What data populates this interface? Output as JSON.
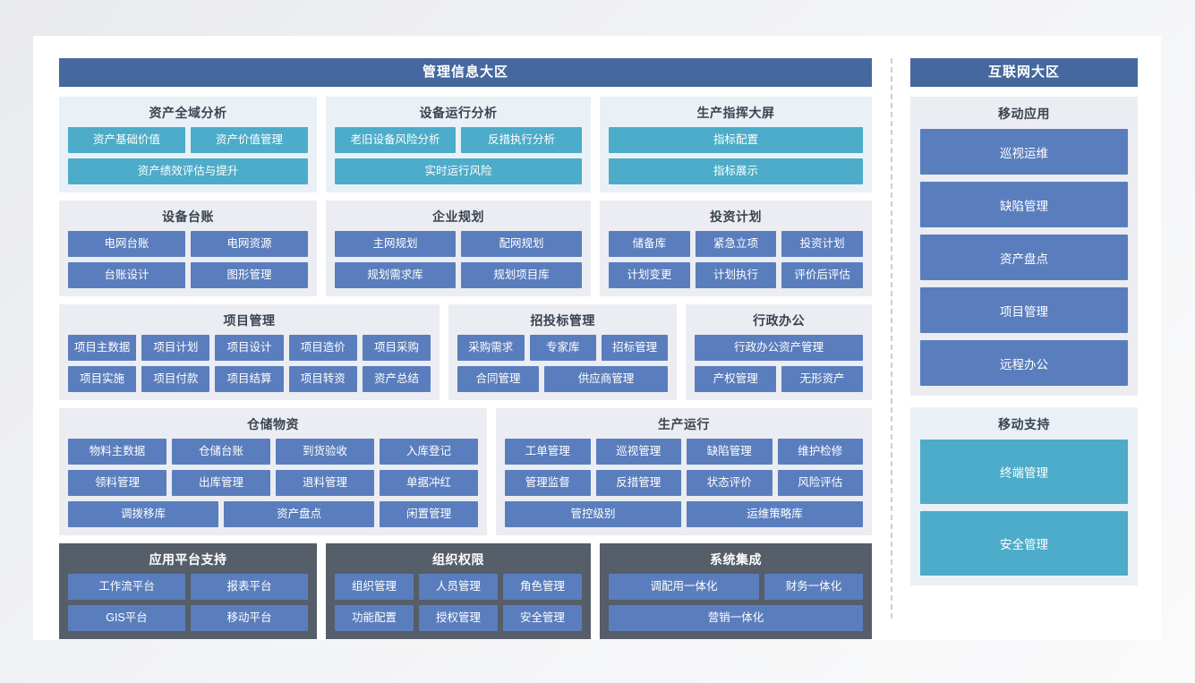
{
  "colors": {
    "zone_header": "#45699e",
    "btn_teal": "#4cacc9",
    "btn_blue": "#5a7ebd",
    "card_tint_teal": "#e9f1f7",
    "card_tint_blue": "#ebedf2",
    "card_tint_dark": "#555e69",
    "page_bg": "#eceef1",
    "canvas": "#ffffff"
  },
  "left_zone": {
    "header": "管理信息大区",
    "rows": [
      {
        "cards": [
          {
            "title": "资产全域分析",
            "tint": "teal",
            "width": "w-a",
            "btn_style": "teal",
            "btn_rows": [
              [
                "资产基础价值",
                "资产价值管理"
              ],
              [
                "资产绩效评估与提升"
              ]
            ]
          },
          {
            "title": "设备运行分析",
            "tint": "teal",
            "width": "w-b",
            "btn_style": "teal",
            "btn_rows": [
              [
                "老旧设备风险分析",
                "反措执行分析"
              ],
              [
                "实时运行风险"
              ]
            ]
          },
          {
            "title": "生产指挥大屏",
            "tint": "teal",
            "width": "w-c",
            "btn_style": "teal",
            "btn_rows": [
              [
                "指标配置"
              ],
              [
                "指标展示"
              ]
            ]
          }
        ]
      },
      {
        "cards": [
          {
            "title": "设备台账",
            "tint": "blue",
            "width": "w-a",
            "btn_style": "blue",
            "btn_rows": [
              [
                "电网台账",
                "电网资源"
              ],
              [
                "台账设计",
                "图形管理"
              ]
            ]
          },
          {
            "title": "企业规划",
            "tint": "blue",
            "width": "w-b",
            "btn_style": "blue",
            "btn_rows": [
              [
                "主网规划",
                "配网规划"
              ],
              [
                "规划需求库",
                "规划项目库"
              ]
            ]
          },
          {
            "title": "投资计划",
            "tint": "blue",
            "width": "w-c",
            "btn_style": "blue",
            "btn_rows": [
              [
                "储备库",
                "紧急立项",
                "投资计划"
              ],
              [
                "计划变更",
                "计划执行",
                "评价后评估"
              ]
            ]
          }
        ]
      },
      {
        "cards": [
          {
            "title": "项目管理",
            "tint": "blue",
            "width": "w-d",
            "btn_style": "blue",
            "btn_rows": [
              [
                "项目主数据",
                "项目计划",
                "项目设计",
                "项目造价",
                "项目采购"
              ],
              [
                "项目实施",
                "项目付款",
                "项目结算",
                "项目转资",
                "资产总结"
              ]
            ]
          },
          {
            "title": "招投标管理",
            "tint": "blue",
            "width": "w-e",
            "btn_style": "blue",
            "btn_rows": [
              [
                "采购需求",
                "专家库",
                "招标管理"
              ],
              [
                "合同管理",
                "供应商管理"
              ]
            ]
          },
          {
            "title": "行政办公",
            "tint": "blue",
            "width": "w-f",
            "btn_style": "blue",
            "btn_rows": [
              [
                "行政办公资产管理"
              ],
              [
                "产权管理",
                "无形资产"
              ]
            ]
          }
        ]
      },
      {
        "cards": [
          {
            "title": "仓储物资",
            "tint": "blue",
            "width": "w-g",
            "btn_style": "blue",
            "btn_rows": [
              [
                "物料主数据",
                "仓储台账",
                "到货验收",
                "入库登记"
              ],
              [
                "领料管理",
                "出库管理",
                "退料管理",
                "单据冲红"
              ],
              [
                "调拨移库",
                "资产盘点",
                "闲置管理"
              ]
            ]
          },
          {
            "title": "生产运行",
            "tint": "blue",
            "width": "w-h",
            "btn_style": "blue",
            "btn_rows": [
              [
                "工单管理",
                "巡视管理",
                "缺陷管理",
                "维护检修"
              ],
              [
                "管理监督",
                "反措管理",
                "状态评价",
                "风险评估"
              ],
              [
                "管控级别",
                "运维策略库"
              ]
            ]
          }
        ]
      },
      {
        "cards": [
          {
            "title": "应用平台支持",
            "tint": "dark",
            "width": "w-i",
            "btn_style": "blue",
            "btn_rows": [
              [
                "工作流平台",
                "报表平台"
              ],
              [
                "GIS平台",
                "移动平台"
              ]
            ]
          },
          {
            "title": "组织权限",
            "tint": "dark",
            "width": "w-j",
            "btn_style": "blue",
            "btn_rows": [
              [
                "组织管理",
                "人员管理",
                "角色管理"
              ],
              [
                "功能配置",
                "授权管理",
                "安全管理"
              ]
            ]
          },
          {
            "title": "系统集成",
            "tint": "dark",
            "width": "w-k",
            "btn_style": "blue",
            "btn_rows": [
              [
                "调配用一体化",
                "财务一体化"
              ],
              [
                "营销一体化"
              ]
            ]
          }
        ]
      }
    ]
  },
  "right_zone": {
    "header": "互联网大区",
    "cards": [
      {
        "title": "移动应用",
        "tint": "blue",
        "btn_style": "blue",
        "buttons": [
          "巡视运维",
          "缺陷管理",
          "资产盘点",
          "项目管理",
          "远程办公"
        ]
      },
      {
        "title": "移动支持",
        "tint": "teal",
        "btn_style": "teal",
        "buttons": [
          "终端管理",
          "安全管理"
        ]
      }
    ]
  }
}
